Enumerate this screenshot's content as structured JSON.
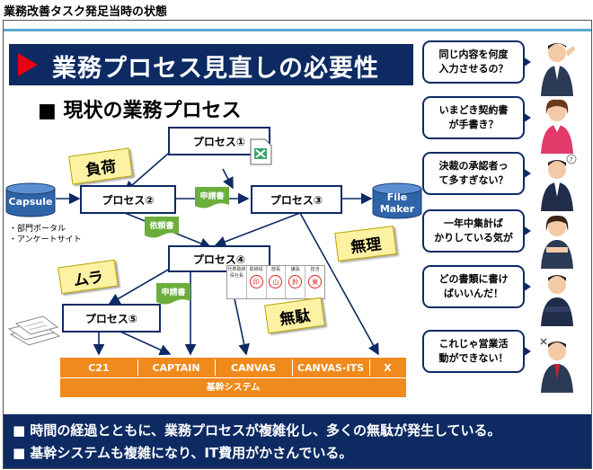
{
  "caption": "業務改善タスク発足当時の状態",
  "slide": {
    "title": "業務プロセス見直しの必要性",
    "subheading": "■ 現状の業務プロセス",
    "processes": [
      "プロセス①",
      "プロセス②",
      "プロセス③",
      "プロセス④",
      "プロセス⑤"
    ],
    "capsule_label": "Capsule",
    "capsule_notes": "・部門ポータル\n・アンケートサイト",
    "filemaker_label": "File\nMaker",
    "documents": [
      "申請書",
      "依頼書",
      "申請書"
    ],
    "stamps": [
      "負荷",
      "無理",
      "ムラ",
      "無駄"
    ],
    "systems": [
      "C21",
      "CAPTAIN",
      "CANVAS",
      "CANVAS-ITS",
      "X"
    ],
    "system_label": "基幹システム",
    "approval_sheet": {
      "headers": [
        "代表取締役社長",
        "取締役",
        "部長",
        "課長",
        "担当"
      ],
      "seals": [
        "印",
        "山",
        "鈴",
        "東"
      ]
    },
    "bubbles": [
      "同じ内容を何度\n入力させるの？",
      "いまどき契約書\nが手書き？",
      "決裁の承認者っ\nて多すぎない？",
      "一年中集計ば\nかりしている気が",
      "どの書類に書け\nばいいんだ！",
      "これじゃ営業活\n動ができない！"
    ],
    "bottom_lines": [
      "■ 時間の経過とともに、業務プロセスが複雑化し、多くの無駄が発生している。",
      "■ 基幹システムも複雑になり、IT費用がかさんでいる。"
    ]
  },
  "colors": {
    "navy": "#0d2a63",
    "accent_red": "#e60012",
    "orange": "#f08a1c",
    "doc_green": "#6bae3c",
    "stamp_yellow": "#fdf2a3",
    "cylinder_blue": "#2e64a8"
  },
  "icons": [
    "document-icon",
    "paper-pile-icon",
    "person-icon"
  ]
}
